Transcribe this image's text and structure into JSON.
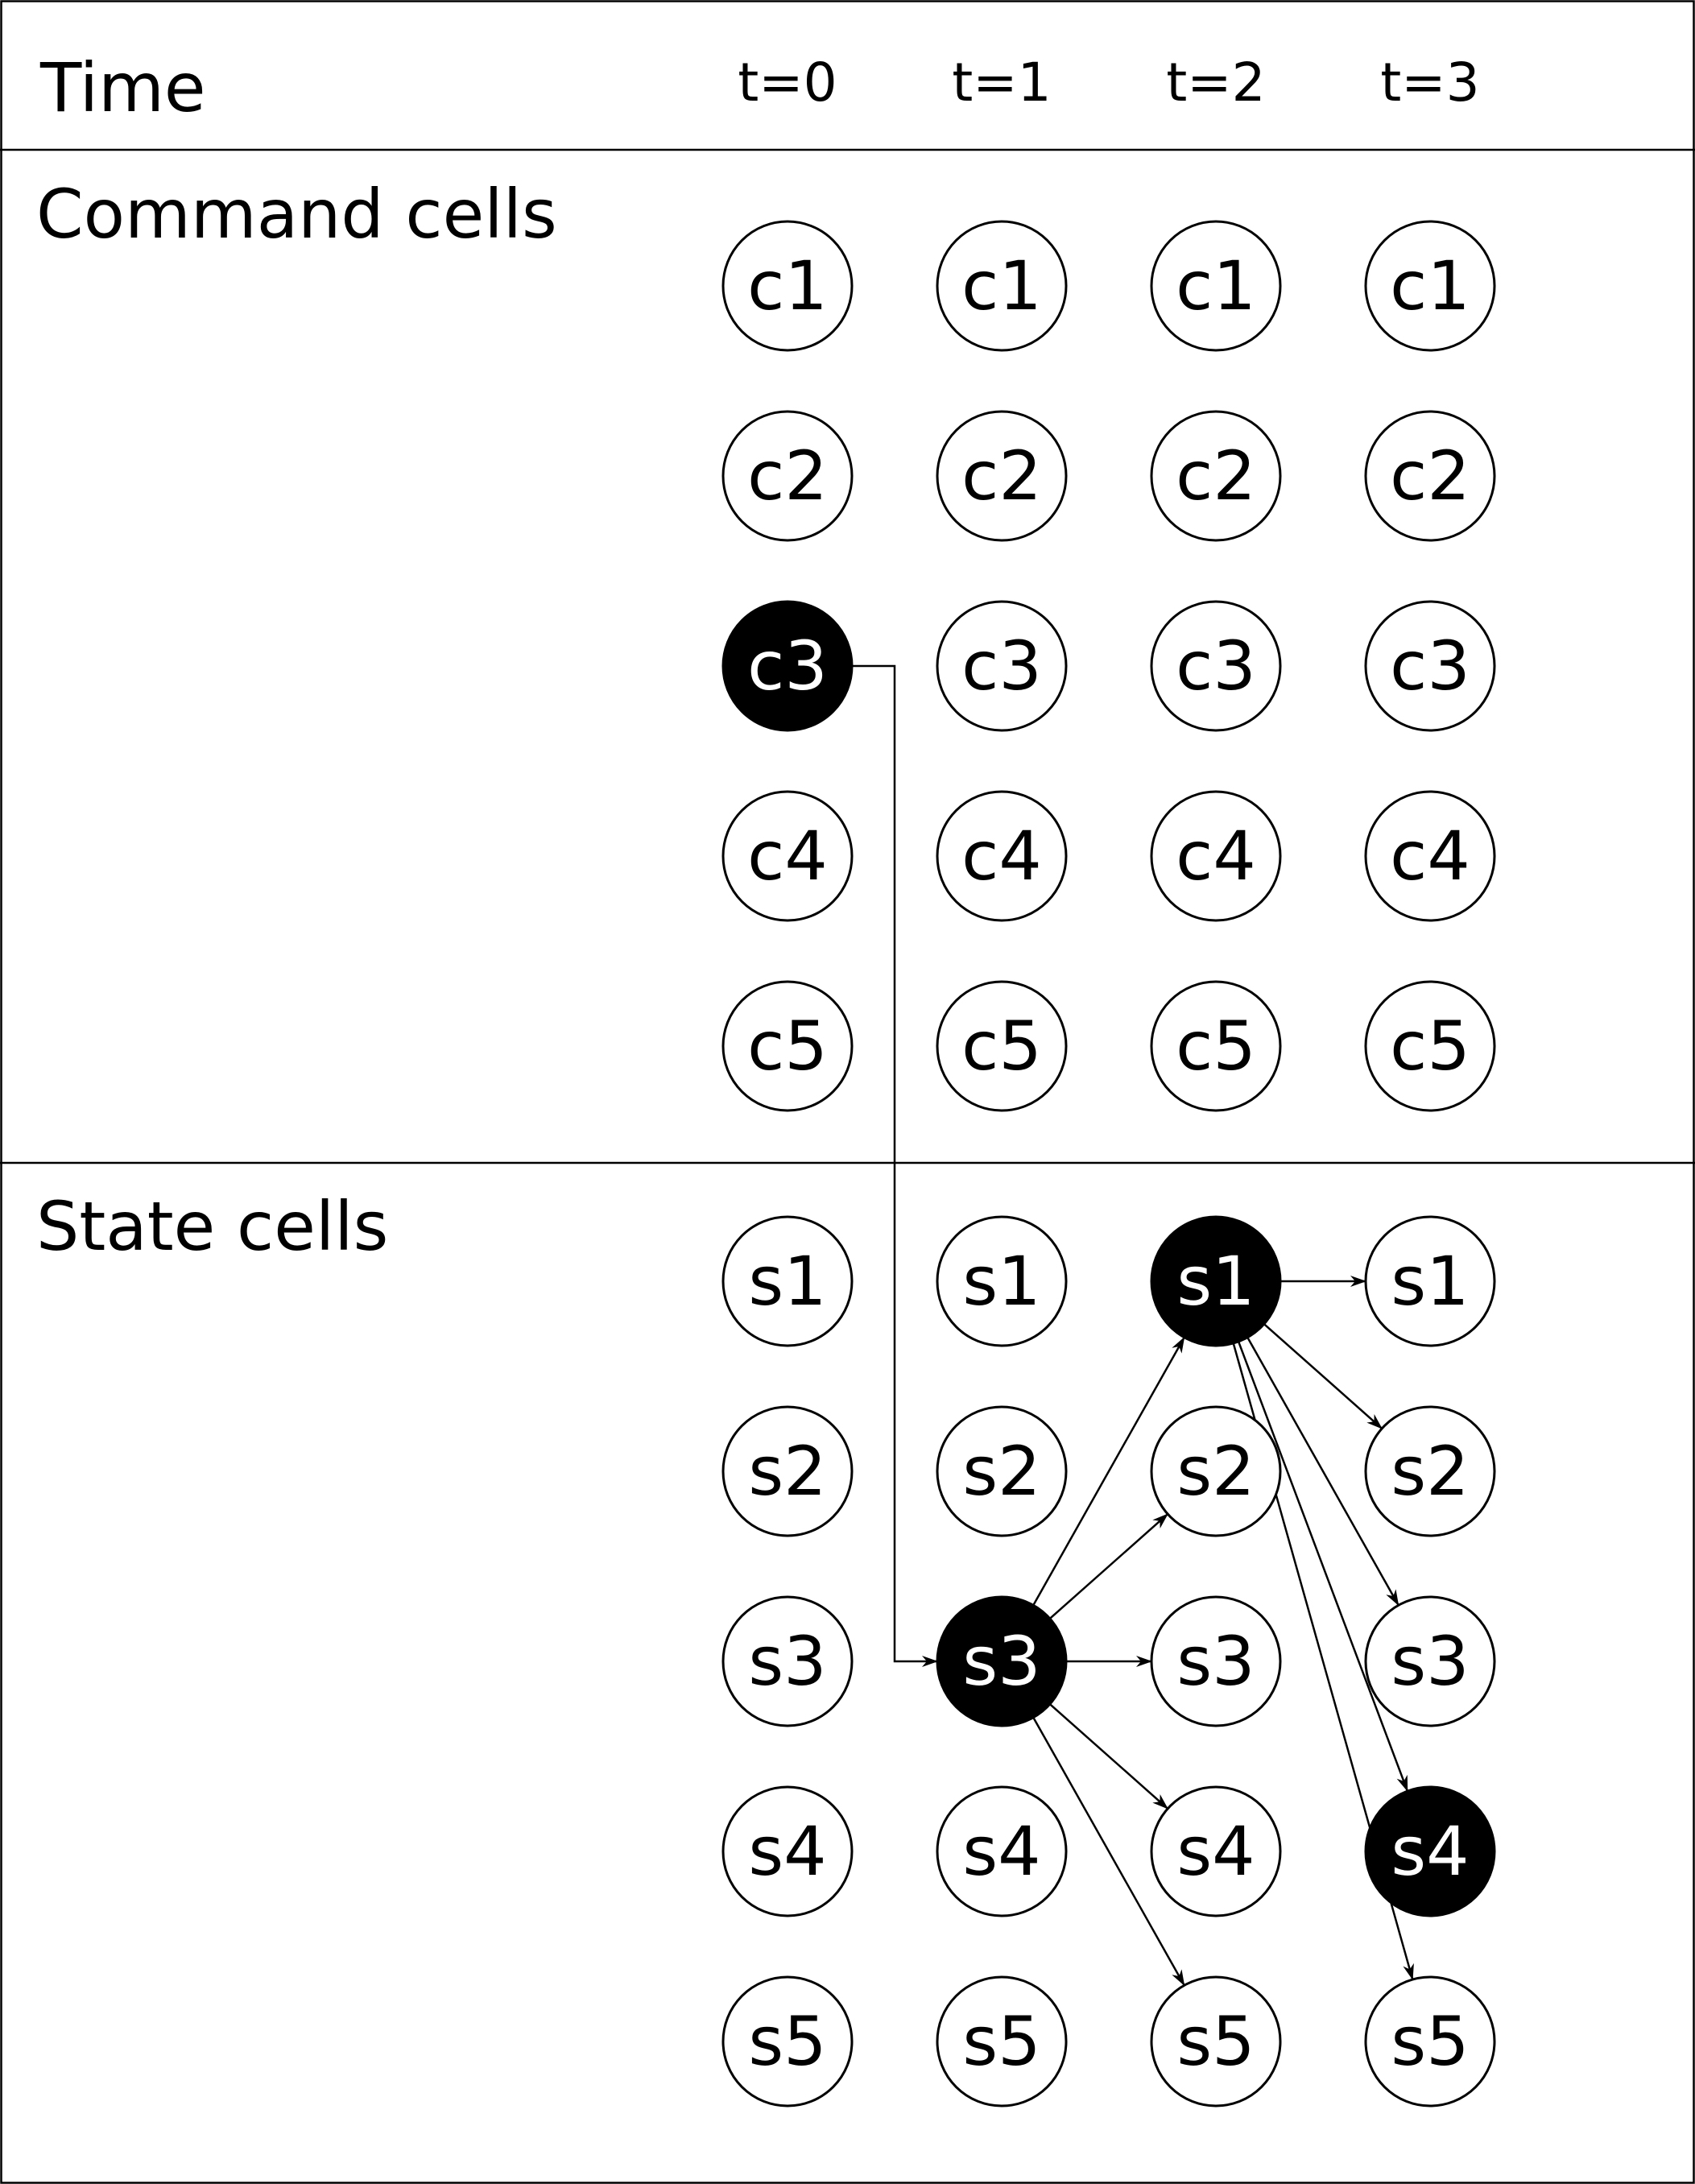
{
  "header": {
    "title": "Time"
  },
  "time_steps": [
    "t=0",
    "t=1",
    "t=2",
    "t=3"
  ],
  "sections": {
    "command": {
      "label": "Command cells"
    },
    "state": {
      "label": "State cells"
    }
  },
  "rows": {
    "command": [
      "c1",
      "c2",
      "c3",
      "c4",
      "c5"
    ],
    "state": [
      "s1",
      "s2",
      "s3",
      "s4",
      "s5"
    ]
  },
  "colors": {
    "active_fill": "#000000",
    "inactive_fill": "#ffffff",
    "stroke": "#000000"
  },
  "active_nodes": [
    "command.0.2",
    "state.1.2",
    "state.2.0",
    "state.3.3"
  ],
  "edges": [
    {
      "from": "command.0.2",
      "to": "state.1.2",
      "routing": "elbow"
    },
    {
      "from": "state.1.2",
      "to": "state.2.0"
    },
    {
      "from": "state.1.2",
      "to": "state.2.1"
    },
    {
      "from": "state.1.2",
      "to": "state.2.2"
    },
    {
      "from": "state.1.2",
      "to": "state.2.3"
    },
    {
      "from": "state.1.2",
      "to": "state.2.4"
    },
    {
      "from": "state.2.0",
      "to": "state.3.0"
    },
    {
      "from": "state.2.0",
      "to": "state.3.1"
    },
    {
      "from": "state.2.0",
      "to": "state.3.2"
    },
    {
      "from": "state.2.0",
      "to": "state.3.3"
    },
    {
      "from": "state.2.0",
      "to": "state.3.4"
    }
  ]
}
